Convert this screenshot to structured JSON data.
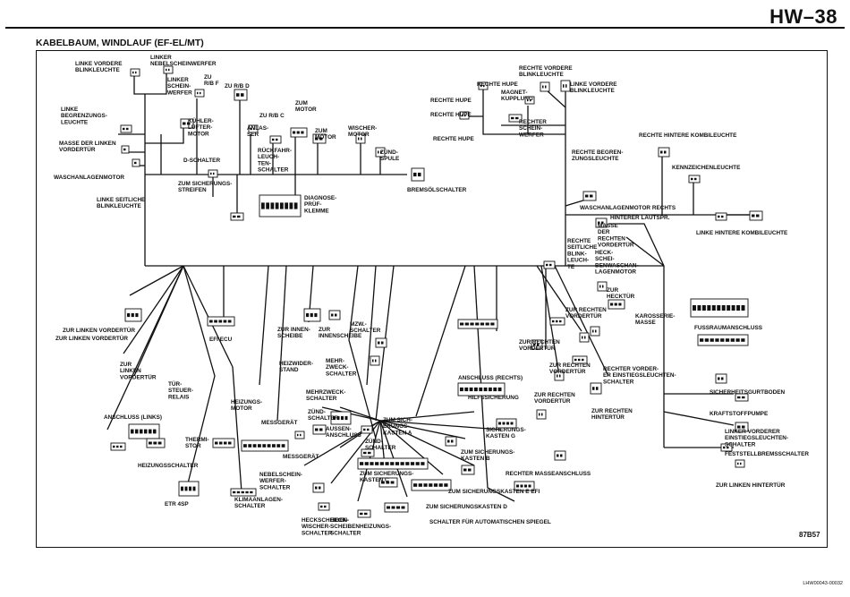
{
  "header": {
    "page_code": "HW–38",
    "title": "KABELBAUM, WINDLAUF (EF-EL/MT)"
  },
  "footer": {
    "ref": "87B57",
    "image_id": "LHW00043-00032"
  },
  "labels": {
    "linke_vordere_blinkleuchte": [
      "LINKE VORDERE",
      "BLINKLEUCHTE"
    ],
    "linker_nebelscheinwerfer": [
      "LINKER",
      "NEBELSCHEINWERFER"
    ],
    "linker_scheinwerfer": [
      "LINKER",
      "SCHEIN-",
      "WERFER"
    ],
    "zu_rb_f": [
      "ZU",
      "R/B F"
    ],
    "zu_rb_d": [
      "ZU R/B D"
    ],
    "linke_begrenzungsleuchte": [
      "LINKE",
      "BEGRENZUNGS-",
      "LEUCHTE"
    ],
    "kuehlerluefter": [
      "KÜHLER-",
      "LÜFTER-",
      "MOTOR"
    ],
    "zu_rb_c": [
      "ZU R/B C"
    ],
    "anlasser": [
      "ANLAS-",
      "SER"
    ],
    "zum_motor_1": [
      "ZUM",
      "MOTOR"
    ],
    "zum_motor_2": [
      "ZUM",
      "MOTOR"
    ],
    "masse_vorderteil": [
      "MASSE DER LINKEN",
      "VORDERTÜR"
    ],
    "d_schalter": [
      "D-SCHALTER"
    ],
    "rueckfahrleuchten": [
      "RÜCKFAHR-",
      "LEUCH-",
      "TEN-",
      "SCHALTER"
    ],
    "wischermotor": [
      "WISCHER-",
      "MOTOR"
    ],
    "zuendspule": [
      "ZÜND-",
      "SPULE"
    ],
    "waschanlagenmotor": [
      "WASCHANLAGENMOTOR"
    ],
    "zum_sicherungsstreifen": [
      "ZUM SICHERUNGS-",
      "STREIFEN"
    ],
    "bremsoelschalter": [
      "BREMSÖLSCHALTER"
    ],
    "linke_seitliche_blinkleuchte": [
      "LINKE SEITLICHE",
      "BLINKLEUCHTE"
    ],
    "diagnosepruefklemme": [
      "DIAGNOSE-",
      "PRÜF-",
      "KLEMME"
    ],
    "rechte_vordere_blinkleuchte": [
      "RECHTE VORDERE",
      "BLINKLEUCHTE"
    ],
    "rechte_hupe_1": [
      "RECHTE HUPE"
    ],
    "rechte_hupe_2": [
      "RECHTE HUPE"
    ],
    "rechte_hupe_3": [
      "RECHTE HUPE"
    ],
    "rechte_hupe_4": [
      "RECHTE HUPE"
    ],
    "magnetkupplung": [
      "MAGNET-",
      "KUPPLUNG"
    ],
    "linke_vordere_blinkleuchte_r": [
      "LINKE VORDERE",
      "BLINKLEUCHTE"
    ],
    "rechter_scheinwerfer": [
      "RECHTER",
      "SCHEIN-",
      "WERFER"
    ],
    "rechte_begrenzungsleuchte": [
      "RECHTE BEGREN-",
      "ZUNGSLEUCHTE"
    ],
    "rechte_hintere_kombileuchte": [
      "RECHTE HINTERE KOMBILEUCHTE"
    ],
    "kennzeichenleuchte": [
      "KENNZEICHENLEUCHTE"
    ],
    "waschanlagenmotor_rechts": [
      "WASCHANLAGENMOTOR RECHTS"
    ],
    "hinterer_lautspr": [
      "HINTERER LAUTSPR."
    ],
    "linke_hintere_kombileuchte": [
      "LINKE HINTERE KOMBILEUCHTE"
    ],
    "masse_rechten_vordertuer": [
      "MASSE",
      "DER",
      "RECHTEN",
      "VORDERTÜR"
    ],
    "rechte_seitliche_blinkleuchte": [
      "RECHTE",
      "SEITLICHE",
      "BLINK-",
      "LEUCH-",
      "TE"
    ],
    "scheibenwaschanlagenmotor": [
      "HECK-",
      "SCHEI-",
      "BENWASCHAN-",
      "LAGENMOTOR"
    ],
    "zur_hecktuer": [
      "ZUR",
      "HECKTÜR"
    ],
    "zur_rechten_vordertuer_1": [
      "ZUR RECHTEN",
      "VORDERTÜR"
    ],
    "karosseriemasse": [
      "KAROSSERIE-",
      "MASSE"
    ],
    "fussraumanschluss": [
      "FUSSRAUMANSCHLUSS"
    ],
    "zur_linken_vordertuer_1": [
      "ZUR LINKEN VORDERTÜR"
    ],
    "zur_linken_vordertuer_2": [
      "ZUR LINKEN VORDERTÜR"
    ],
    "zur_linken_vordertuer_3": [
      "ZUR",
      "LINKEN",
      "VORDERTÜR"
    ],
    "tuersteuerrelais": [
      "TÜR-",
      "STEUER-",
      "RELAIS"
    ],
    "efi_ecu": [
      "EFI ECU"
    ],
    "zur_innenscheibe_1": [
      "ZUR INNEN-",
      "SCHEIBE"
    ],
    "zur_innenscheibe_2": [
      "ZUR",
      "INNENSCHEIBE"
    ],
    "mzw_schalter": [
      "MZW.-",
      "SCHALTER"
    ],
    "mehrzweckschalter_1": [
      "MEHR-",
      "ZWECK-",
      "SCHALTER"
    ],
    "heizwiderstand": [
      "HEIZWIDER-",
      "STAND"
    ],
    "anschluss_rechts": [
      "ANSCHLUSS (RECHTS)"
    ],
    "zur_rechten_vordertuer_2": [
      "ZUR RECHTEN",
      "VORDERTÜR"
    ],
    "zur_rechten_vordertuer_3": [
      "ZUR RECHTEN",
      "VORDERTÜR"
    ],
    "zur_rechten_vordertuer_4": [
      "ZUR RECHTEN",
      "VORDERTÜR"
    ],
    "rechter_vorderer_einstieg": [
      "RECHTER VORDER-",
      "ER EINSTIEGSLEUCHTEN-",
      "SCHALTER"
    ],
    "zur_rechten_hintertuer": [
      "ZUR RECHTEN",
      "HINTERTÜR"
    ],
    "heizungsmotor": [
      "HEIZUNGS-",
      "MOTOR"
    ],
    "messgeraet_1": [
      "MESSGERÄT"
    ],
    "mehrzweckschalter_2": [
      "MEHRZWECK-",
      "SCHALTER"
    ],
    "zuendschalter_1": [
      "ZÜND-",
      "SCHALTER"
    ],
    "aussenanschluss": [
      "AUSSEN-",
      "ANSCHLUSS"
    ],
    "messgeraet_2": [
      "MESSGERÄT"
    ],
    "zum_sicherungskasten_a": [
      "ZUM SICH-",
      "ERUNGS-",
      "KASTEN A"
    ],
    "hilfssicherung": [
      "HILFSSICHERUNG"
    ],
    "sicherungskasten_g": [
      "SICHERUNGS-",
      "KASTEN G"
    ],
    "anschluss_links": [
      "ANSCHLUSS (LINKS)"
    ],
    "thermistor": [
      "THERMI-",
      "STOR"
    ],
    "heizungsschalter": [
      "HEIZUNGSSCHALTER"
    ],
    "zuendschalter_2": [
      "ZÜND-",
      "SCHALTER"
    ],
    "zum_sicherungskasten_c": [
      "ZUM SICHERUNGS-",
      "KASTEN C"
    ],
    "zum_sicherungskasten_b": [
      "ZUM SICHERUNGS-",
      "KASTEN B"
    ],
    "rechter_masseanschluss": [
      "RECHTER MASSEANSCHLUSS"
    ],
    "zum_sicherungskasten_e_efi": [
      "ZUM SICHERUNGSKASTEN E EFI"
    ],
    "sicherheitsgurtboden": [
      "SICHERHEITSGURTBODEN"
    ],
    "kraftstoffpumpe": [
      "KRAFTSTOFFPUMPE"
    ],
    "linker_vorderer_einstieg": [
      "LINKER VORDERER",
      "EINSTIEGSLEUCHTEN-",
      "SCHALTER"
    ],
    "feststellbremsschalter": [
      "FESTSTELLBREMSSCHALTER"
    ],
    "zur_linken_hintertuer": [
      "ZUR LINKEN HINTERTÜR"
    ],
    "etr_4sp": [
      "ETR 4SP"
    ],
    "klimaanlagenschalter": [
      "KLIMAANLAGEN-",
      "SCHALTER"
    ],
    "nebelscheinwerferschalter": [
      "NEBELSCHEIN-",
      "WERFER-",
      "SCHALTER"
    ],
    "zum_sicherungskasten_d": [
      "ZUM SICHERUNGSKASTEN D"
    ],
    "heckscheibenwischerschalter": [
      "HECKSCHEIBEN-",
      "WISCHER-",
      "SCHALTER"
    ],
    "heckscheibenheizungsschalter": [
      "HECK-",
      "SCHEIBENHEIZUNGS-",
      "SCHALTER"
    ],
    "schalter_automatischer_spiegel": [
      "SCHALTER FÜR AUTOMATISCHEN SPIEGEL"
    ]
  }
}
